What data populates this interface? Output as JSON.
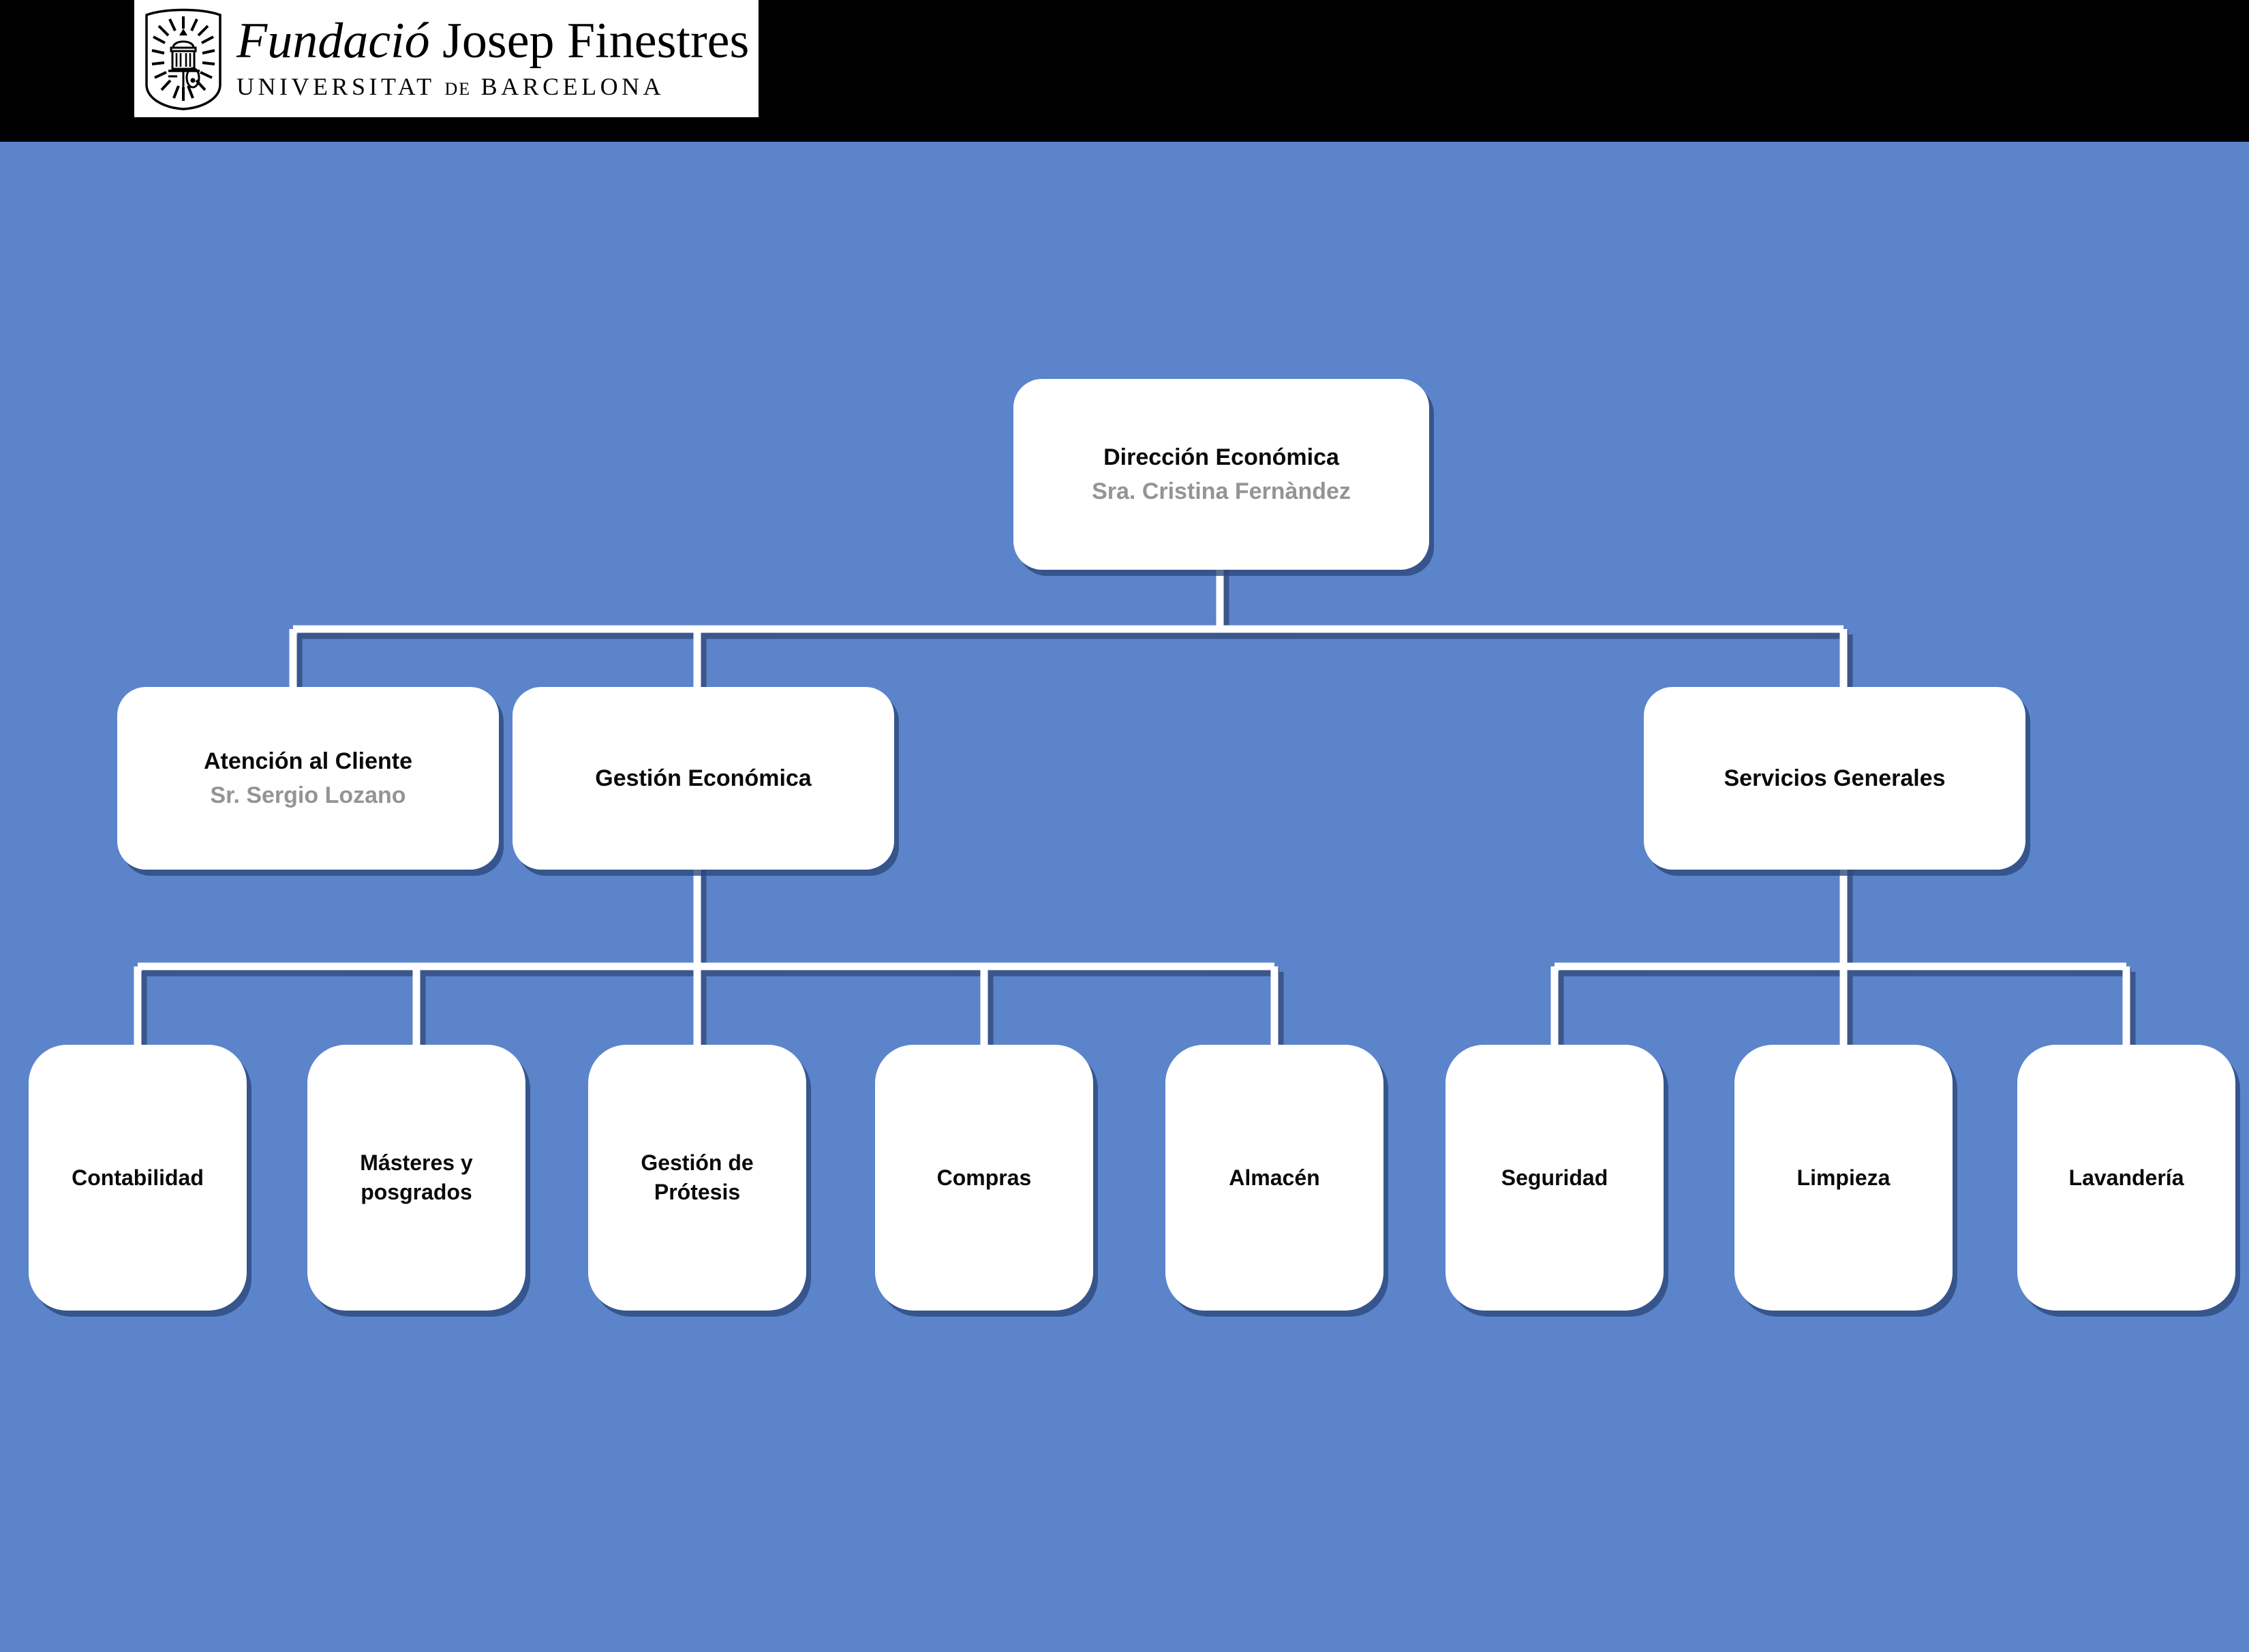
{
  "header": {
    "logo": {
      "crest_icon": "university-crest-icon",
      "title_line1": "Fundació",
      "title_line2": "Josep Finestres",
      "subtitle_pre": "UNIVERSITAT",
      "subtitle_de": "DE",
      "subtitle_post": "BARCELONA"
    },
    "bar_color": "#000000"
  },
  "theme": {
    "background": "#5B84CA",
    "node_fill": "#FFFFFF",
    "node_shadow": "#2A487B",
    "connector": "#FFFFFF",
    "connector_shadow": "#3A5488",
    "title_color": "#0A0A0A",
    "person_color": "#949494"
  },
  "chart_data": {
    "type": "diagram",
    "diagram_type": "organizational-chart",
    "title": "Dirección Económica",
    "levels": 3,
    "nodes": [
      {
        "id": "direccion-economica",
        "level": 0,
        "title": "Dirección Económica",
        "person": "Sra. Cristina Fernàndez",
        "parent": null
      },
      {
        "id": "atencion-al-cliente",
        "level": 1,
        "title": "Atención al Cliente",
        "person": "Sr. Sergio Lozano",
        "parent": "direccion-economica"
      },
      {
        "id": "gestion-economica",
        "level": 1,
        "title": "Gestión Económica",
        "person": "",
        "parent": "direccion-economica"
      },
      {
        "id": "servicios-generales",
        "level": 1,
        "title": "Servicios Generales",
        "person": "",
        "parent": "direccion-economica"
      },
      {
        "id": "contabilidad",
        "level": 2,
        "title": "Contabilidad",
        "parent": "gestion-economica"
      },
      {
        "id": "masteres-y-posgrados",
        "level": 2,
        "title": "Másteres y posgrados",
        "parent": "gestion-economica"
      },
      {
        "id": "gestion-de-protesis",
        "level": 2,
        "title": "Gestión de Prótesis",
        "parent": "gestion-economica"
      },
      {
        "id": "compras",
        "level": 2,
        "title": "Compras",
        "parent": "gestion-economica"
      },
      {
        "id": "almacen",
        "level": 2,
        "title": "Almacén",
        "parent": "gestion-economica"
      },
      {
        "id": "seguridad",
        "level": 2,
        "title": "Seguridad",
        "parent": "servicios-generales"
      },
      {
        "id": "limpieza",
        "level": 2,
        "title": "Limpieza",
        "parent": "servicios-generales"
      },
      {
        "id": "lavanderia",
        "level": 2,
        "title": "Lavandería",
        "parent": "servicios-generales"
      }
    ]
  },
  "nodes": {
    "root": {
      "title": "Dirección Económica",
      "person": "Sra. Cristina Fernàndez"
    },
    "atencion": {
      "title": "Atención al Cliente",
      "person": "Sr. Sergio Lozano"
    },
    "gestion": {
      "title": "Gestión Económica"
    },
    "servicios": {
      "title": "Servicios Generales"
    },
    "contabilidad": {
      "title": "Contabilidad"
    },
    "masteres": {
      "line1": "Másteres y",
      "line2": "posgrados"
    },
    "protesis": {
      "line1": "Gestión de",
      "line2": "Prótesis"
    },
    "compras": {
      "title": "Compras"
    },
    "almacen": {
      "title": "Almacén"
    },
    "seguridad": {
      "title": "Seguridad"
    },
    "limpieza": {
      "title": "Limpieza"
    },
    "lavanderia": {
      "title": "Lavandería"
    }
  }
}
